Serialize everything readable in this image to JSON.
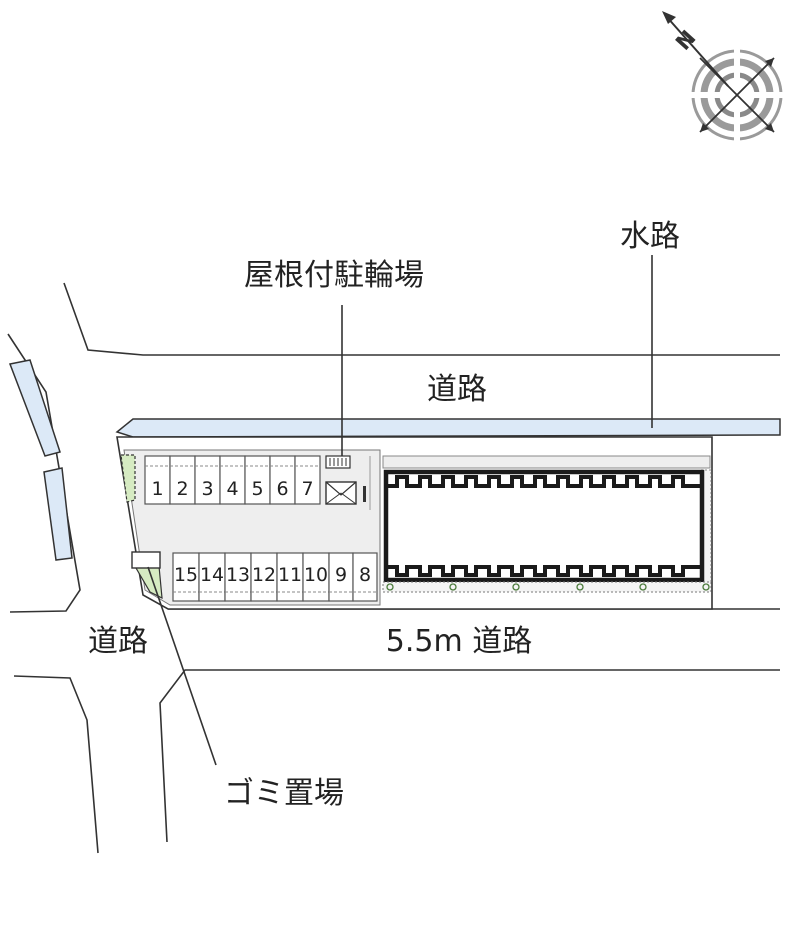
{
  "labels": {
    "covered_bike_parking": "屋根付駐輪場",
    "waterway": "水路",
    "road_top": "道路",
    "road_left": "道路",
    "road_bottom": "5.5m 道路",
    "garbage_area": "ゴミ置場"
  },
  "compass": {
    "north_letter": "N"
  },
  "parking": {
    "top_row": [
      "1",
      "2",
      "3",
      "4",
      "5",
      "6",
      "7"
    ],
    "bottom_row": [
      "15",
      "14",
      "13",
      "12",
      "11",
      "10",
      "9",
      "8"
    ]
  },
  "colors": {
    "waterway": "#dce9f7",
    "greenery": "#d6ebc2",
    "lot": "#eeeeee",
    "building_border": "#1a1a1a"
  }
}
